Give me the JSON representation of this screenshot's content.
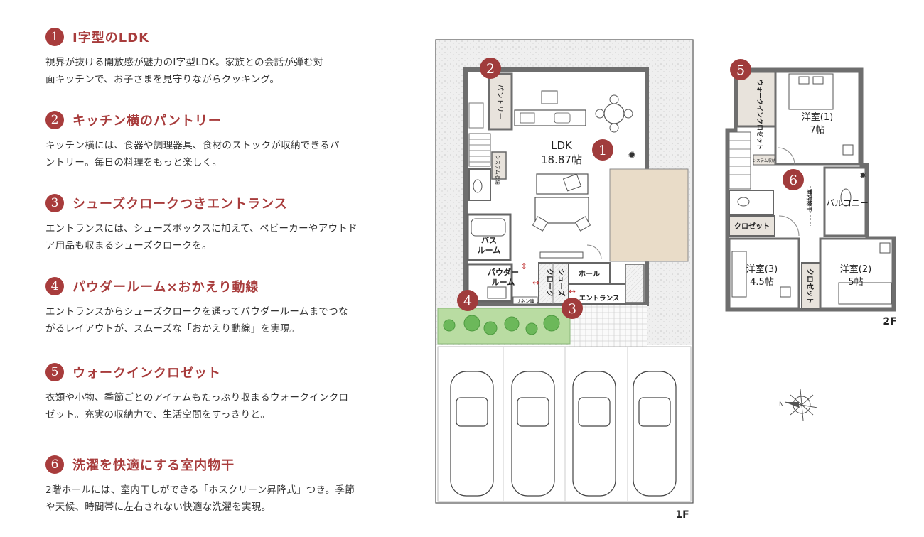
{
  "features": [
    {
      "num": "1",
      "title": "I字型のLDK",
      "lines": [
        "視界が抜ける開放感が魅力のI字型LDK。家族との会話が弾む対",
        "面キッチンで、お子さまを見守りながらクッキング。"
      ]
    },
    {
      "num": "2",
      "title": "キッチン横のパントリー",
      "lines": [
        "キッチン横には、食器や調理器具、食材のストックが収納できるパ",
        "ントリー。毎日の料理をもっと楽しく。"
      ]
    },
    {
      "num": "3",
      "title": "シューズクロークつきエントランス",
      "lines": [
        "エントランスには、シューズボックスに加えて、ベビーカーやアウトド",
        "ア用品も収まるシューズクロークを。"
      ]
    },
    {
      "num": "4",
      "title": "パウダールーム×おかえり動線",
      "lines": [
        "エントランスからシューズクロークを通ってパウダールームまでつな",
        "がるレイアウトが、スムーズな「おかえり動線」を実現。"
      ]
    },
    {
      "num": "5",
      "title": "ウォークインクロゼット",
      "lines": [
        "衣類や小物、季節ごとのアイテムもたっぷり収まるウォークインクロ",
        "ゼット。充実の収納力で、生活空間をすっきりと。"
      ]
    },
    {
      "num": "6",
      "title": "洗濯を快適にする室内物干",
      "lines": [
        "2階ホールには、室内干しができる「ホスクリーン昇降式」つき。季節",
        "や天候、時間帯に左右されない快適な洗濯を実現。"
      ]
    }
  ],
  "floor1": {
    "label": "1F",
    "ldk": "LDK",
    "ldk_size": "18.87帖",
    "pantry": "パントリー",
    "system_storage": "システム収納",
    "bath": [
      "バス",
      "ルーム"
    ],
    "powder": [
      "パウダー",
      "ルーム"
    ],
    "shoes_cloak": "シューズクローク",
    "shoes_cloak_left": "クローク",
    "shoes_cloak_right": "シューズ",
    "hall": "ホール",
    "entrance": "エントランス",
    "linen": "リネン庫"
  },
  "floor2": {
    "label": "2F",
    "wic": "ウォークインクロゼット",
    "room1": "洋室(1)",
    "room1_size": "7帖",
    "system_storage": "システム収納",
    "drying": "室内物干",
    "balcony": "バルコニー",
    "closet": "クロゼット",
    "room3": "洋室(3)",
    "room3_size": "4.5帖",
    "closet_v": "クロゼット",
    "room2": "洋室(2)",
    "room2_size": "5帖"
  },
  "compass": "N",
  "colors": {
    "accent": "#a83c3c",
    "marker": "#a03c3c",
    "wall": "#707070",
    "deck": "#e9dcc8",
    "grass": "#b9dca2",
    "tree": "#6cb85a",
    "gravel": "#ececec"
  }
}
